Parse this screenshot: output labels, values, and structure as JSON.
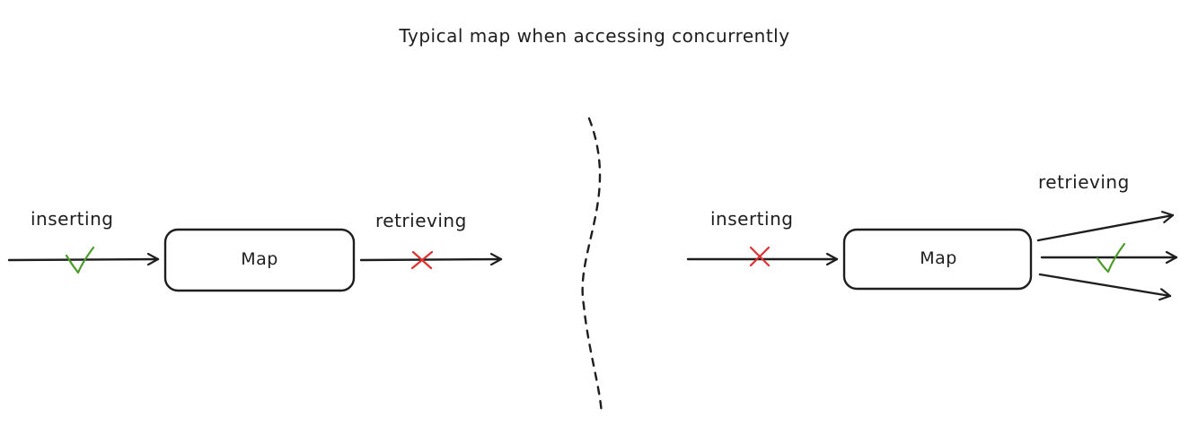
{
  "title": "Typical map when accessing concurrently",
  "left": {
    "insert_label": "inserting",
    "retrieve_label": "retrieving",
    "box_label": "Map",
    "insert_status": "check",
    "retrieve_status": "cross"
  },
  "right": {
    "insert_label": "inserting",
    "retrieve_label": "retrieving",
    "box_label": "Map",
    "insert_status": "cross",
    "retrieve_status": "check"
  },
  "colors": {
    "ink": "#1e1e1e",
    "check": "#4c9a2a",
    "cross": "#e03131"
  }
}
